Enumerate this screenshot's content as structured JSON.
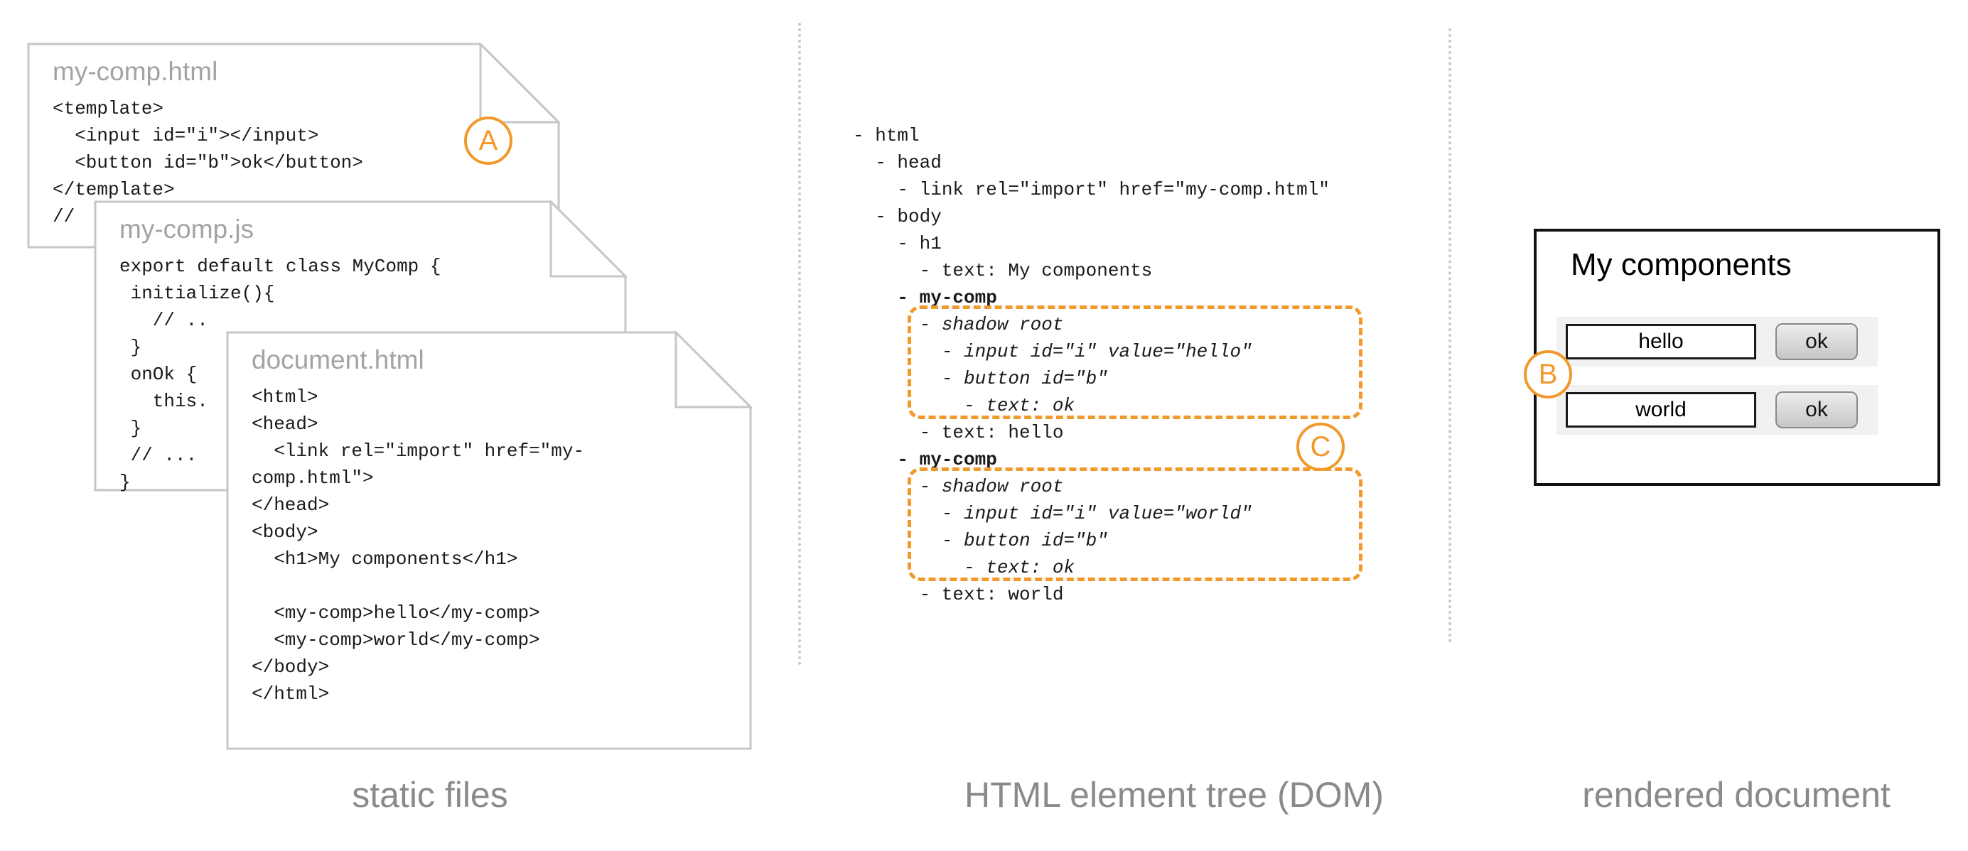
{
  "accent_color": "#F2992C",
  "badges": {
    "a": "A",
    "b": "B",
    "c": "C"
  },
  "captions": {
    "static_files": "static files",
    "dom_tree": "HTML element tree (DOM)",
    "rendered_document": "rendered document"
  },
  "files": [
    {
      "name": "my-comp.html",
      "code": [
        "<template>",
        "  <input id=\"i\"></input>",
        "  <button id=\"b\">ok</button>",
        "</template>",
        "//"
      ]
    },
    {
      "name": "my-comp.js",
      "code": [
        "export default class MyComp {",
        " initialize(){",
        "   // ..",
        " }",
        " onOk {",
        "   this.",
        " }",
        " // ...",
        "}"
      ]
    },
    {
      "name": "document.html",
      "code": [
        "<html>",
        "<head>",
        "  <link rel=\"import\" href=\"my-",
        "comp.html\">",
        "</head>",
        "<body>",
        "  <h1>My components</h1>",
        "",
        "  <my-comp>hello</my-comp>",
        "  <my-comp>world</my-comp>",
        "</body>",
        "</html>"
      ]
    }
  ],
  "tree": {
    "lines": [
      {
        "text": "- html",
        "style": "normal"
      },
      {
        "text": "  - head",
        "style": "normal"
      },
      {
        "text": "    - link rel=\"import\" href=\"my-comp.html\"",
        "style": "normal"
      },
      {
        "text": "  - body",
        "style": "normal"
      },
      {
        "text": "    - h1",
        "style": "normal"
      },
      {
        "text": "      - text: My components",
        "style": "normal"
      },
      {
        "text": "    - my-comp",
        "style": "bold"
      },
      {
        "text": "      - shadow root",
        "style": "italic"
      },
      {
        "text": "        - input id=\"i\" value=\"hello\"",
        "style": "italic"
      },
      {
        "text": "        - button id=\"b\"",
        "style": "italic"
      },
      {
        "text": "          - text: ok",
        "style": "italic"
      },
      {
        "text": "      - text: hello",
        "style": "normal"
      },
      {
        "text": "    - my-comp",
        "style": "bold"
      },
      {
        "text": "      - shadow root",
        "style": "italic"
      },
      {
        "text": "        - input id=\"i\" value=\"world\"",
        "style": "italic"
      },
      {
        "text": "        - button id=\"b\"",
        "style": "italic"
      },
      {
        "text": "          - text: ok",
        "style": "italic"
      },
      {
        "text": "      - text: world",
        "style": "normal"
      }
    ]
  },
  "rendered": {
    "title": "My components",
    "components": [
      {
        "input_value": "hello",
        "button_label": "ok"
      },
      {
        "input_value": "world",
        "button_label": "ok"
      }
    ]
  }
}
